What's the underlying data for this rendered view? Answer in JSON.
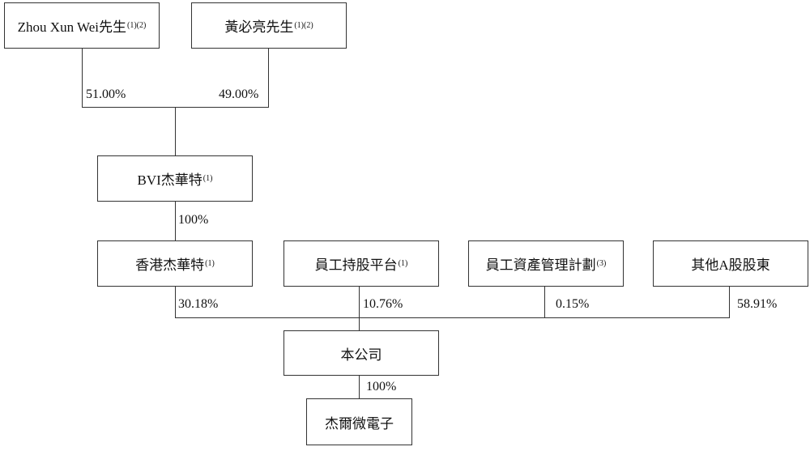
{
  "entities": {
    "zhou": {
      "name": "Zhou Xun Wei先生",
      "note": "(1)(2)"
    },
    "huang": {
      "name": "黃必亮先生",
      "note": "(1)(2)"
    },
    "bvi": {
      "name": "BVI杰華特",
      "note": "(1)"
    },
    "hk": {
      "name": "香港杰華特",
      "note": "(1)"
    },
    "esop": {
      "name": "員工持股平台",
      "note": "(1)"
    },
    "asset_plan": {
      "name": "員工資產管理計劃",
      "note": "(3)"
    },
    "other_a": {
      "name": "其他A股股東",
      "note": ""
    },
    "company": {
      "name": "本公司",
      "note": ""
    },
    "sub": {
      "name": "杰爾微電子",
      "note": ""
    }
  },
  "ownership": {
    "zhou_to_bvi": "51.00%",
    "huang_to_bvi": "49.00%",
    "bvi_to_hk": "100%",
    "hk_to_company": "30.18%",
    "esop_to_company": "10.76%",
    "asset_plan_to_company": "0.15%",
    "other_a_to_company": "58.91%",
    "company_to_sub": "100%"
  }
}
